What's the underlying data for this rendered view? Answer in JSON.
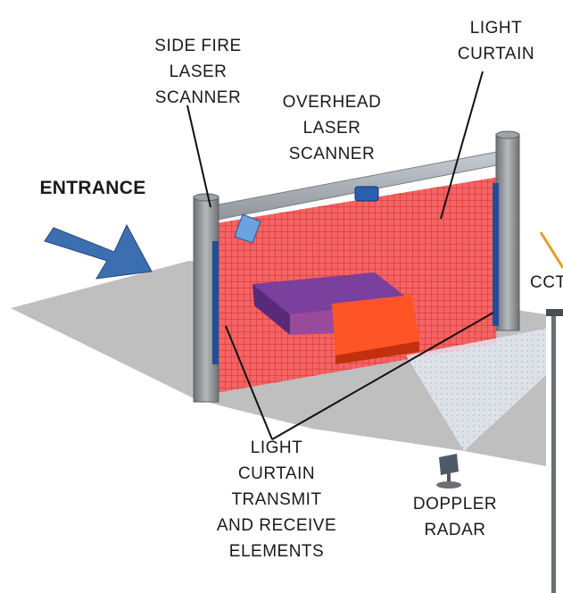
{
  "labels": {
    "side_fire": "SIDE FIRE\nLASER\nSCANNER",
    "light_curtain": "LIGHT\nCURTAIN",
    "overhead": "OVERHEAD\nLASER\nSCANNER",
    "entrance": "ENTRANCE",
    "cctv": "CCT",
    "transmit": "LIGHT\nCURTAIN\nTRANSMIT\nAND RECEIVE\nELEMENTS",
    "doppler": "DOPPLER\nRADAR"
  },
  "colors": {
    "ground": "#bfbfbf",
    "curtain": "#f25a5a",
    "grid": "#c82020",
    "pole": "#8c8f92",
    "arrow": "#3c6fb0",
    "sensor": "#1f4f9a",
    "vehicle_top": "#6a3a9a",
    "vehicle_body": "#ff5a2a",
    "radar_beam": "#dce3ea"
  }
}
